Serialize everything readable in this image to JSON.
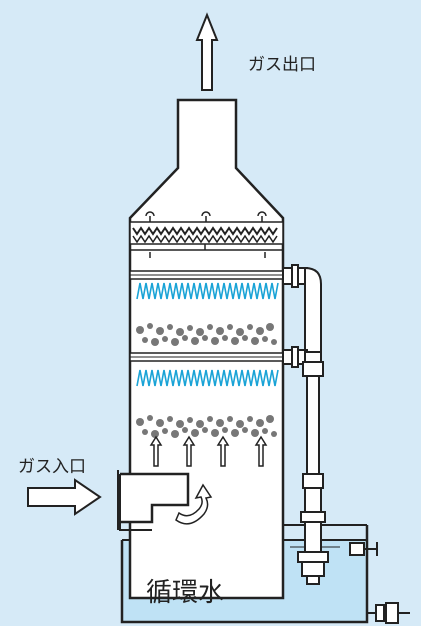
{
  "labels": {
    "gas_outlet": "ガス出口",
    "gas_inlet": "ガス入口",
    "circulating_water": "循環水"
  },
  "colors": {
    "background": "#d6eaf7",
    "water": "#bfe2f5",
    "outline": "#222222",
    "spray": "#1aa3d6",
    "packing": "#777777"
  },
  "icons": [
    "up-arrow-icon",
    "right-arrow-icon",
    "curved-arrow-icon",
    "spray-nozzle-icon",
    "valve-icon",
    "pump-icon"
  ]
}
